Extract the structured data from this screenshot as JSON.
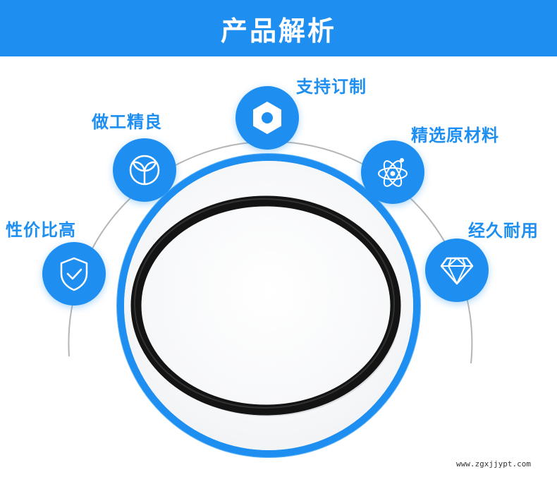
{
  "header": {
    "title": "产品解析"
  },
  "features": [
    {
      "label": "支持订制",
      "icon": "hex-nut-icon"
    },
    {
      "label": "做工精良",
      "icon": "leaf-sprout-icon"
    },
    {
      "label": "精选原材料",
      "icon": "atom-icon"
    },
    {
      "label": "性价比高",
      "icon": "shield-check-icon"
    },
    {
      "label": "经久耐用",
      "icon": "diamond-icon"
    }
  ],
  "watermark": "www.zgxjjypt.com",
  "colors": {
    "accent": "#1e8ff0",
    "arc": "#b5b5b5",
    "ring": "#141414"
  }
}
